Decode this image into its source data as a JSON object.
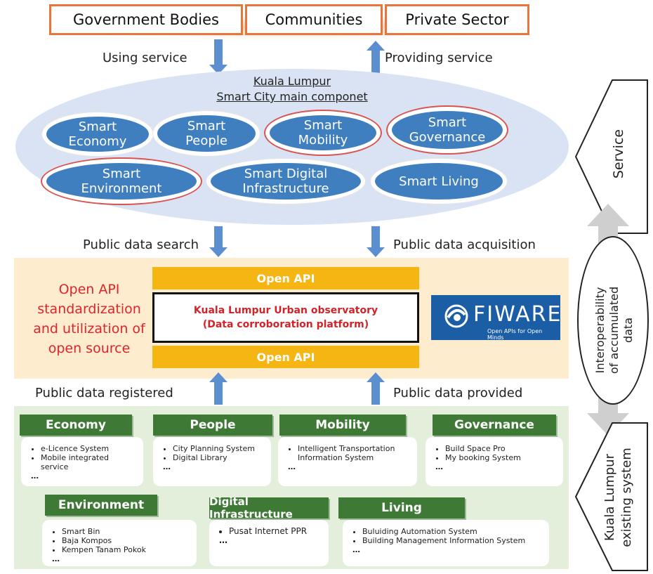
{
  "stakeholders": [
    "Government Bodies",
    "Communities",
    "Private Sector"
  ],
  "top_flows": {
    "left": "Using service",
    "right": "Providing service"
  },
  "service_cloud": {
    "title_line1": "Kuala Lumpur",
    "title_line2": "Smart City main componet",
    "components": [
      [
        "Smart",
        "Economy"
      ],
      [
        "Smart",
        "People"
      ],
      [
        "Smart",
        "Mobility"
      ],
      [
        "Smart",
        "Governance"
      ],
      [
        "Smart",
        "Environment"
      ],
      [
        "Smart Digital",
        "Infrastructure"
      ],
      [
        "Smart Living",
        ""
      ]
    ]
  },
  "mid_flows": {
    "left": "Public data search",
    "right": "Public data acquisition"
  },
  "platform": {
    "side_text": [
      "Open API",
      "standardization",
      "and utilization of",
      "open source"
    ],
    "open_api_top": "Open API",
    "open_api_bottom": "Open API",
    "name_line1": "Kuala Lumpur Urban observatory",
    "name_line2": "(Data corroboration platform)",
    "fiware_name": "FIWARE",
    "fiware_tag": "Open APIs for Open Minds"
  },
  "bottom_flows": {
    "left": "Public data registered",
    "right": "Public data provided"
  },
  "existing_systems": [
    {
      "name": "Economy",
      "items": [
        "e-Licence System",
        "Mobile integrated service"
      ]
    },
    {
      "name": "People",
      "items": [
        "City Planning System",
        "Digital Library"
      ]
    },
    {
      "name": "Mobility",
      "items": [
        "Intelligent Transportation Information System"
      ]
    },
    {
      "name": "Governance",
      "items": [
        "Build Space Pro",
        "My booking System"
      ]
    },
    {
      "name": "Environment",
      "items": [
        "Smart Bin",
        "Baja Kompos",
        "Kempen Tanam Pokok"
      ]
    },
    {
      "name": "Digital Infrastructure",
      "items": [
        "Pusat Internet PPR"
      ]
    },
    {
      "name": "Living",
      "items": [
        "Buluiding Automation System",
        "Building Management Information System"
      ]
    }
  ],
  "ellipsis": "…",
  "side": {
    "service": "Service",
    "interop_line1": "Interoperability",
    "interop_line2": "of accumulated",
    "interop_line3": "data",
    "existing_line1": "Kuala Lumpur",
    "existing_line2": "existing system"
  },
  "colors": {
    "stake_border": "#e8763a",
    "arrow": "#5b8fd0",
    "component_fill": "#3f7fbf",
    "open_api": "#f5b614",
    "platform_text": "#d0232a",
    "category_header": "#3e7a36",
    "fiware_bg": "#1b5ea6"
  }
}
